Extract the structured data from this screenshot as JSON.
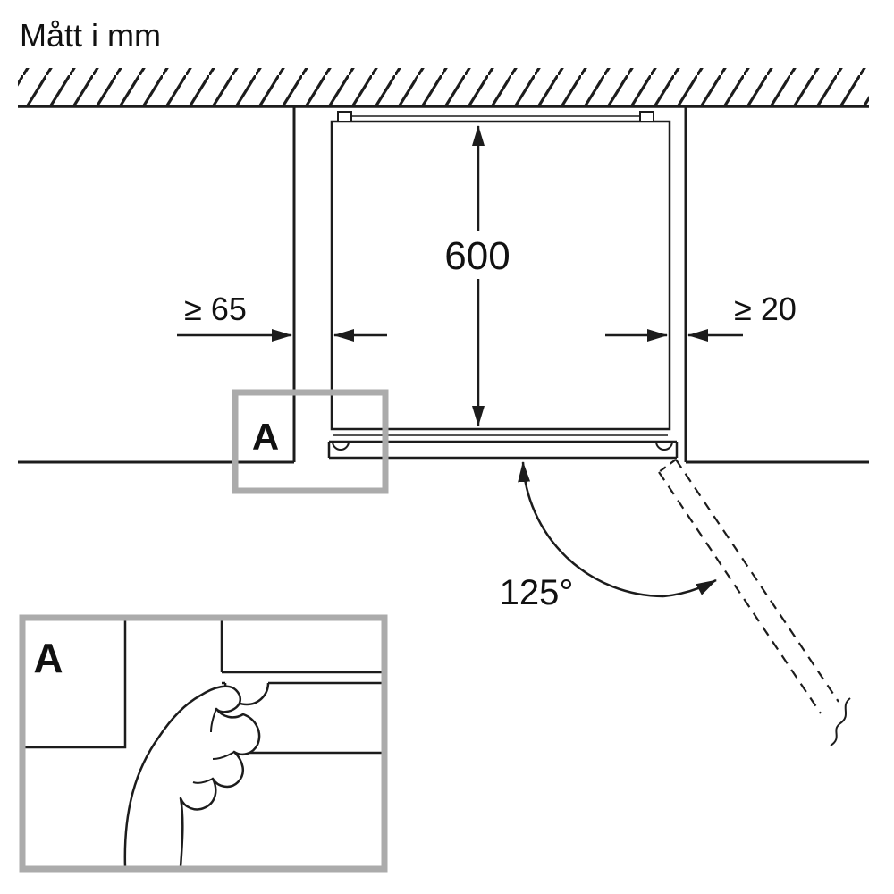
{
  "title": "Mått i mm",
  "diagram": {
    "height_label": "600",
    "left_clearance_label": "≥ 65",
    "right_clearance_label": "≥ 20",
    "door_angle_label": "125°",
    "detail_marker_label": "A"
  },
  "inset": {
    "label": "A"
  },
  "colors": {
    "line": "#1c1c1c",
    "detail_border": "#ababab",
    "background": "#ffffff"
  }
}
